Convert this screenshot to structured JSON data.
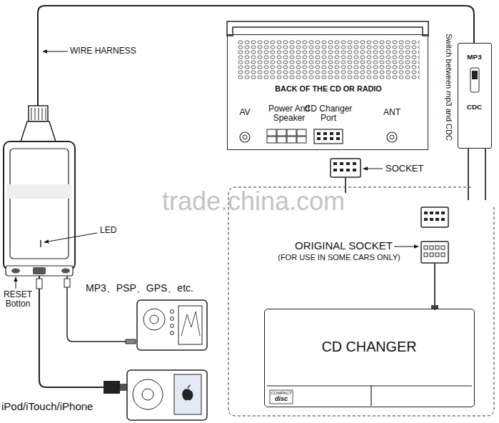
{
  "diagram": {
    "nodes": [
      {
        "text": [
          "BACK OF THE CD OR RADIO"
        ]
      },
      {
        "text": [
          "Switch between mp3 and CDC",
          "MP3",
          "CDC"
        ]
      },
      {
        "text": [
          "CD CHANGER"
        ]
      }
    ],
    "labels": [
      "WIRE HARNESS",
      "AV",
      "Power And Speaker",
      "CD Changer Port",
      "ANT",
      "SOCKET",
      "ORIGINAL SOCKET",
      "(FOR USE IN SOME CARS ONLY)",
      "LED",
      "RESET Botton",
      "MP3、PSP、GPS、etc.",
      "iPod/iTouch/iPhone",
      "trade.china.com",
      "COMPACT",
      "disc"
    ]
  }
}
